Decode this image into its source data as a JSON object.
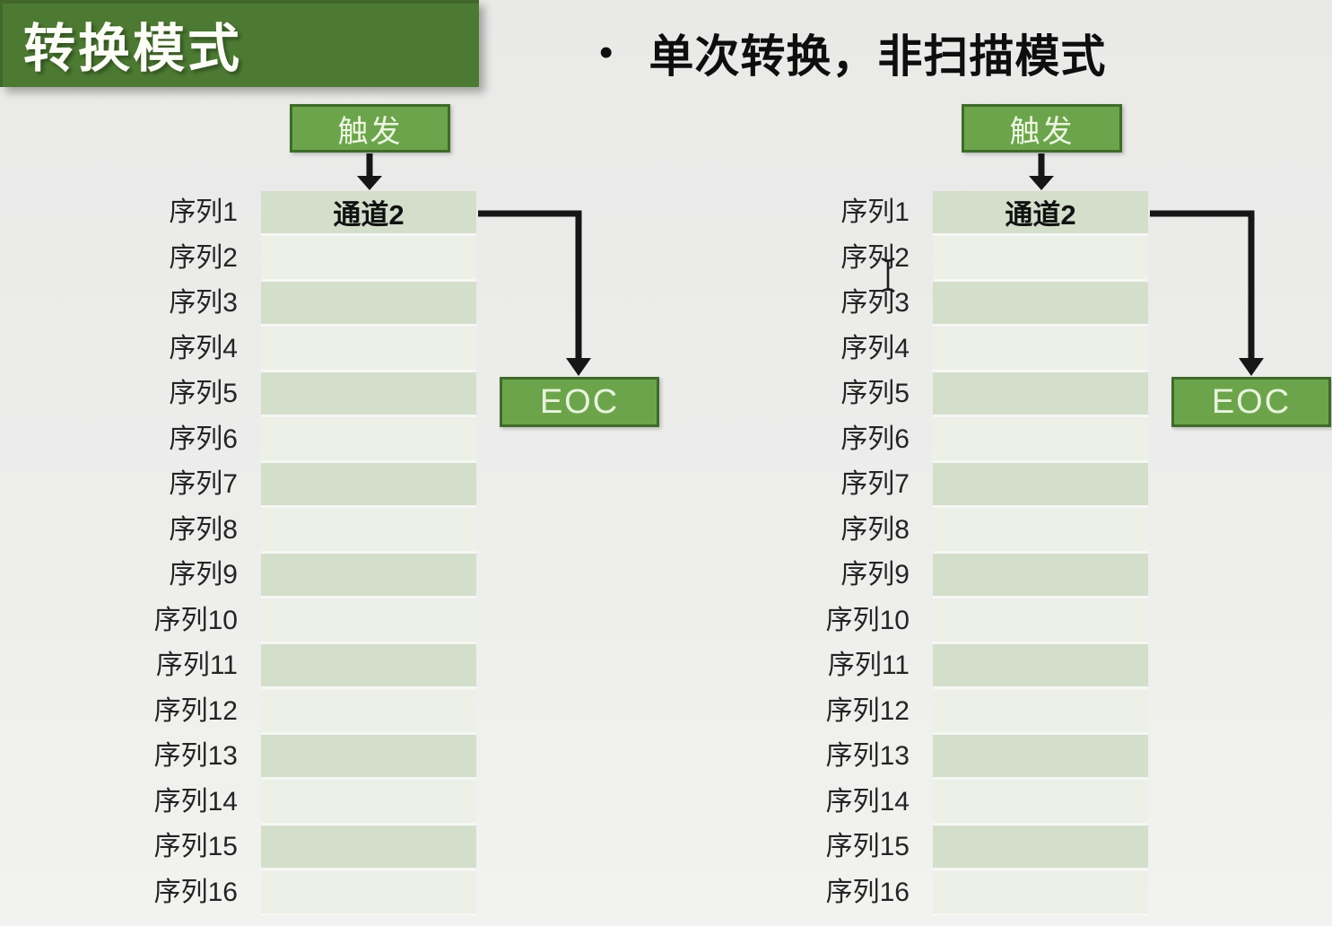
{
  "title": "转换模式",
  "bullet": {
    "marker": "•",
    "text": "单次转换，非扫描模式"
  },
  "sequence_labels": [
    "序列1",
    "序列2",
    "序列3",
    "序列4",
    "序列5",
    "序列6",
    "序列7",
    "序列8",
    "序列9",
    "序列10",
    "序列11",
    "序列12",
    "序列13",
    "序列14",
    "序列15",
    "序列16"
  ],
  "diagrams": [
    {
      "id": "left",
      "trigger_label": "触发",
      "channel_value": "通道2",
      "channel_row": 1,
      "eoc_label": "EOC"
    },
    {
      "id": "right",
      "trigger_label": "触发",
      "channel_value": "通道2",
      "channel_row": 1,
      "eoc_label": "EOC"
    }
  ],
  "icons": {
    "text_cursor": "i-beam-text-select-cursor"
  },
  "colors": {
    "title_bg": "#4d7a33",
    "box_green": "#6ca44c",
    "box_border": "#3f6b29",
    "row_odd": "#d3decb",
    "row_even": "#ecf0e7",
    "row_gap": "#f6f7f3",
    "arrow": "#161616"
  }
}
